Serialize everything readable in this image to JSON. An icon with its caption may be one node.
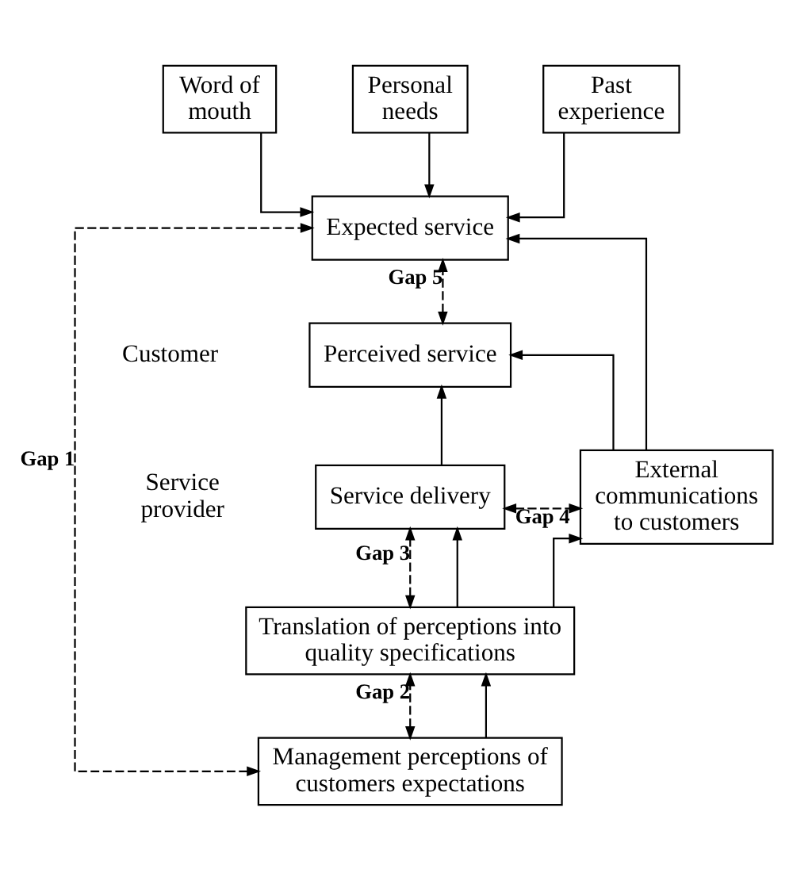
{
  "diagram": {
    "nodes": [
      {
        "text": [
          "Word of mouth"
        ]
      },
      {
        "text": [
          "Personal needs"
        ]
      },
      {
        "text": [
          "Past experience"
        ]
      },
      {
        "text": [
          "Expected service"
        ]
      },
      {
        "text": [
          "Perceived service"
        ]
      },
      {
        "text": [
          "Service delivery"
        ]
      },
      {
        "text": [
          "External communications to customers"
        ]
      },
      {
        "text": [
          "Translation of perceptions into quality specifications"
        ]
      },
      {
        "text": [
          "Management perceptions of customers expectations"
        ]
      }
    ],
    "edges": [
      {
        "from": 0,
        "to": 3,
        "arrow": "to"
      },
      {
        "from": 1,
        "to": 3,
        "arrow": "to"
      },
      {
        "from": 2,
        "to": 3,
        "arrow": "to"
      },
      {
        "from": 4,
        "to": 3,
        "arrow": "both",
        "style": "dashed",
        "label": "Gap 5"
      },
      {
        "from": 5,
        "to": 4,
        "arrow": "to"
      },
      {
        "from": 6,
        "to": 3,
        "arrow": "to"
      },
      {
        "from": 6,
        "to": 4,
        "arrow": "to"
      },
      {
        "from": 5,
        "to": 6,
        "arrow": "both",
        "style": "dashed",
        "label": "Gap 4"
      },
      {
        "from": 7,
        "to": 5,
        "arrow": "both",
        "style": "dashed",
        "label": "Gap 3"
      },
      {
        "from": 7,
        "to": 5,
        "arrow": "to"
      },
      {
        "from": 7,
        "to": 6,
        "arrow": "to"
      },
      {
        "from": 8,
        "to": 7,
        "arrow": "both",
        "style": "dashed",
        "label": "Gap 2"
      },
      {
        "from": 8,
        "to": 7,
        "arrow": "to"
      },
      {
        "from": 8,
        "to": 3,
        "arrow": "both",
        "style": "dashed",
        "label": "Gap 1"
      }
    ],
    "labels": [
      "Customer",
      "Service provider"
    ]
  }
}
